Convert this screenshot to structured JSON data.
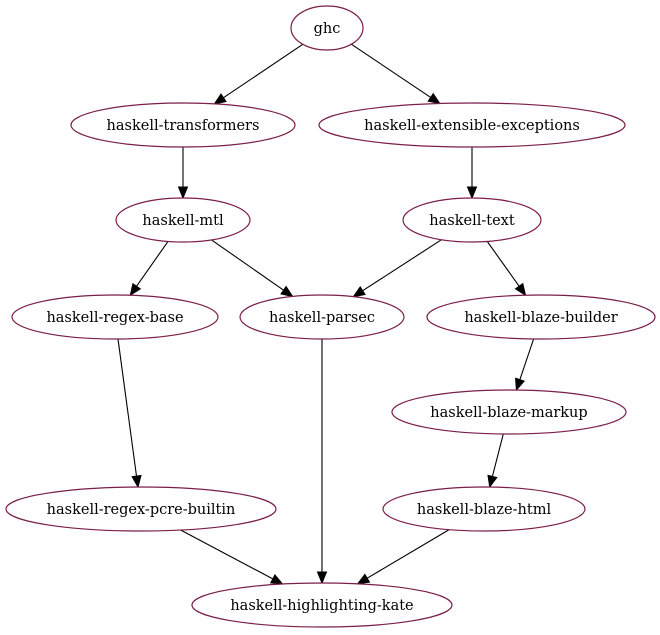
{
  "graph": {
    "nodes": [
      {
        "id": "ghc",
        "label": "ghc"
      },
      {
        "id": "transformers",
        "label": "haskell-transformers"
      },
      {
        "id": "extensible_exceptions",
        "label": "haskell-extensible-exceptions"
      },
      {
        "id": "mtl",
        "label": "haskell-mtl"
      },
      {
        "id": "text",
        "label": "haskell-text"
      },
      {
        "id": "regex_base",
        "label": "haskell-regex-base"
      },
      {
        "id": "parsec",
        "label": "haskell-parsec"
      },
      {
        "id": "blaze_builder",
        "label": "haskell-blaze-builder"
      },
      {
        "id": "blaze_markup",
        "label": "haskell-blaze-markup"
      },
      {
        "id": "regex_pcre_builtin",
        "label": "haskell-regex-pcre-builtin"
      },
      {
        "id": "blaze_html",
        "label": "haskell-blaze-html"
      },
      {
        "id": "highlighting_kate",
        "label": "haskell-highlighting-kate"
      }
    ],
    "edges": [
      {
        "from": "ghc",
        "to": "transformers"
      },
      {
        "from": "ghc",
        "to": "extensible_exceptions"
      },
      {
        "from": "transformers",
        "to": "mtl"
      },
      {
        "from": "extensible_exceptions",
        "to": "text"
      },
      {
        "from": "mtl",
        "to": "regex_base"
      },
      {
        "from": "mtl",
        "to": "parsec"
      },
      {
        "from": "text",
        "to": "parsec"
      },
      {
        "from": "text",
        "to": "blaze_builder"
      },
      {
        "from": "blaze_builder",
        "to": "blaze_markup"
      },
      {
        "from": "blaze_markup",
        "to": "blaze_html"
      },
      {
        "from": "regex_base",
        "to": "regex_pcre_builtin"
      },
      {
        "from": "parsec",
        "to": "highlighting_kate"
      },
      {
        "from": "regex_pcre_builtin",
        "to": "highlighting_kate"
      },
      {
        "from": "blaze_html",
        "to": "highlighting_kate"
      }
    ],
    "colors": {
      "node_border": "#7a1e4a",
      "edge": "#000000",
      "background": "#ffffff"
    }
  }
}
